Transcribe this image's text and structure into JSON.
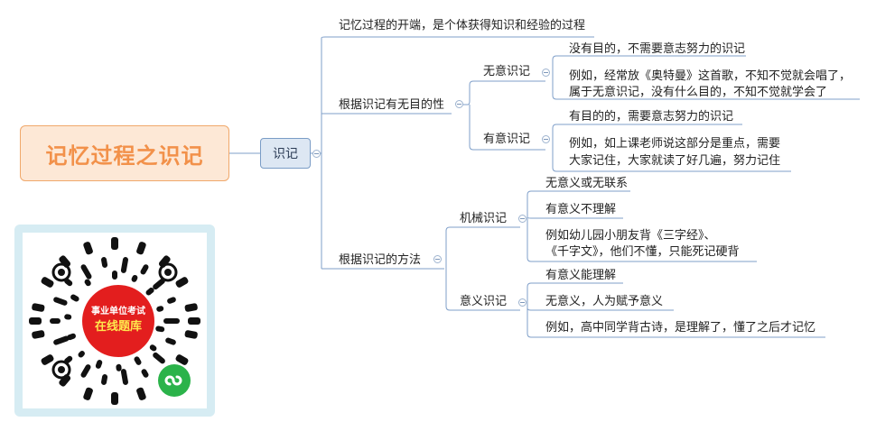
{
  "root": {
    "label": "记忆过程之识记"
  },
  "center": {
    "label": "识记"
  },
  "branches": {
    "intro": "记忆过程的开端，是个体获得知识和经验的过程",
    "purpose": {
      "label": "根据识记有无目的性",
      "unintentional": {
        "label": "无意识记",
        "def": "没有目的，不需要意志努力的识记",
        "ex1": "例如，经常放《奥特曼》这首歌，不知不觉就会唱了，",
        "ex2": "属于无意识记，没有什么目的，不知不觉就学会了"
      },
      "intentional": {
        "label": "有意识记",
        "def": "有目的的，需要意志努力的识记",
        "ex1": "例如，如上课老师说这部分是重点，需要",
        "ex2": "大家记住，大家就读了好几遍，努力记住"
      }
    },
    "method": {
      "label": "根据识记的方法",
      "mechanical": {
        "label": "机械识记",
        "i1": "无意义或无联系",
        "i2": "有意义不理解",
        "ex1": "例如幼儿园小朋友背《三字经》、",
        "ex2": "《千字文》，他们不懂，只能死记硬背"
      },
      "meaningful": {
        "label": "意义识记",
        "i1": "有意义能理解",
        "i2": "无意义，人为赋予意义",
        "i3": "例如，高中同学背古诗，是理解了，懂了之后才记忆"
      }
    }
  },
  "qr": {
    "line1": "事业单位考试",
    "line2": "在线题库"
  },
  "colors": {
    "line": "#7f9fc9",
    "root_fill": "#fde8d6",
    "root_text": "#f2914a",
    "center_fill": "#dde7f3",
    "badge_red": "#e31e1e",
    "badge_yellow": "#ffe94d",
    "logo_green": "#2bb34a"
  }
}
